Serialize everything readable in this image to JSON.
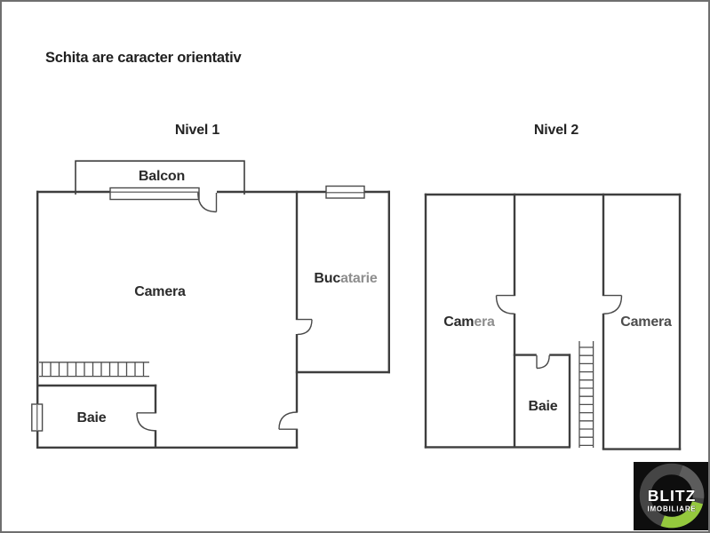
{
  "page": {
    "disclaimer": "Schita are caracter orientativ"
  },
  "levels": [
    {
      "title": "Nivel 1",
      "rooms": {
        "balcon": {
          "label": "Balcon"
        },
        "camera": {
          "label": "Camera"
        },
        "bucatarie": {
          "label_dark": "Buc",
          "label_light": "atarie"
        },
        "baie": {
          "label": "Baie"
        }
      }
    },
    {
      "title": "Nivel 2",
      "rooms": {
        "camera_left": {
          "label_dark": "Cam",
          "label_light": "era"
        },
        "camera_right": {
          "label": "Camera"
        },
        "baie": {
          "label": "Baie"
        }
      }
    }
  ],
  "logo": {
    "brand": "BLITZ",
    "subtitle": "IMOBILIARE",
    "colors": {
      "background": "#0e0e0e",
      "ring_gray": "#454545",
      "ring_gray_light": "#5c5c5c",
      "ring_green": "#95c93d",
      "text": "#ffffff"
    }
  },
  "colors": {
    "background": "#ffffff",
    "page_border": "#6f6f6f",
    "wall": "#3e3e3e",
    "thin_line": "#4a4a4a",
    "text_dark": "#2b2b2b",
    "text_light": "#8e8e8e"
  }
}
